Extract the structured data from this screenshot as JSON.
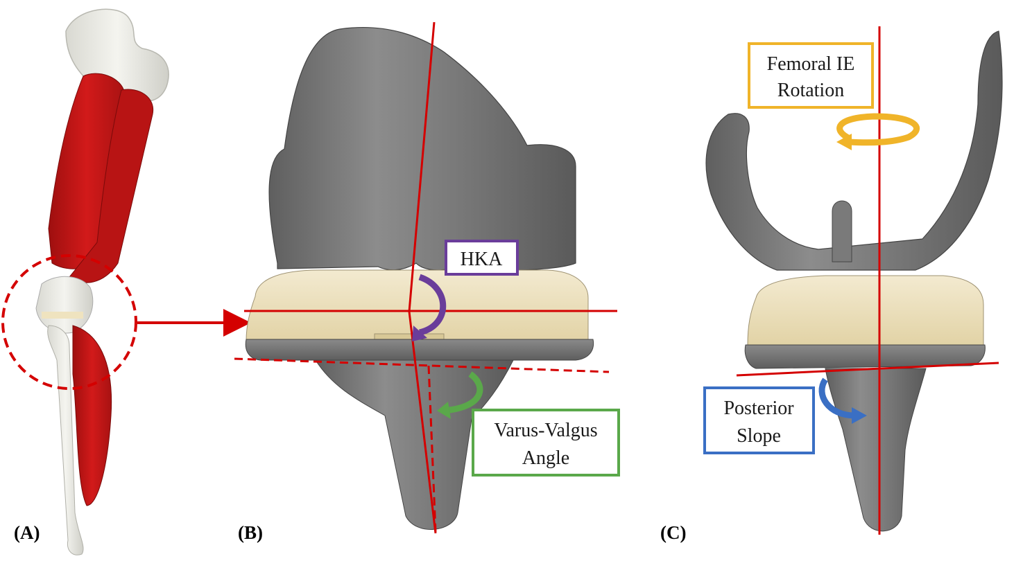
{
  "figure": {
    "panels": [
      {
        "id": "A",
        "label": "(A)"
      },
      {
        "id": "B",
        "label": "(B)"
      },
      {
        "id": "C",
        "label": "(C)"
      }
    ],
    "annotations": {
      "hka": {
        "text": "HKA",
        "color": "#6a3d9a"
      },
      "varus_valgus": {
        "line1": "Varus-Valgus",
        "line2": "Angle",
        "color": "#5aa84a"
      },
      "femoral_ie": {
        "line1": "Femoral IE",
        "line2": "Rotation",
        "color": "#f0b429"
      },
      "posterior_slope": {
        "line1": "Posterior",
        "line2": "Slope",
        "color": "#3a6fc4"
      }
    },
    "colors": {
      "axis_line": "#d40000",
      "implant_metal": "#7d7d7d",
      "polyethylene_insert": "#efe3bf",
      "muscle": "#c41515",
      "bone": "#e9e9e2"
    }
  }
}
